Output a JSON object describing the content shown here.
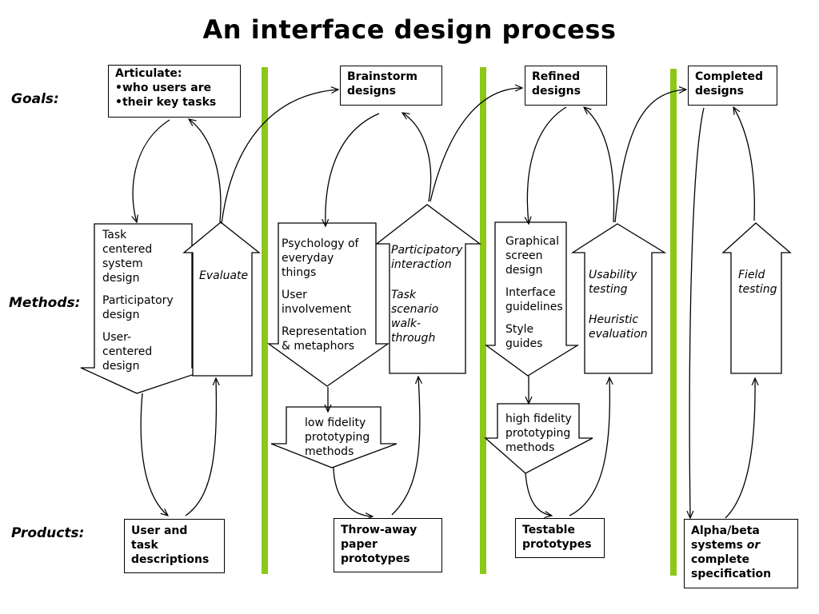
{
  "title": "An interface design process",
  "row_labels": {
    "goals": "Goals:",
    "methods": "Methods:",
    "products": "Products:"
  },
  "accent_color": "#8cc71a",
  "goals": {
    "articulate": [
      "Articulate:",
      "•who users are",
      "•their key tasks"
    ],
    "brainstorm": [
      "Brainstorm",
      "designs"
    ],
    "refined": [
      "Refined",
      "designs"
    ],
    "completed": [
      "Completed",
      "designs"
    ]
  },
  "methods": {
    "task_centered": [
      [
        "Task",
        "centered",
        "system",
        "design"
      ],
      [
        "Participatory",
        "design"
      ],
      [
        "User-",
        "centered",
        "design"
      ]
    ],
    "evaluate": [
      [
        "Evaluate"
      ]
    ],
    "psychology": [
      [
        "Psychology of",
        "everyday",
        "things"
      ],
      [
        "User",
        "involvement"
      ],
      [
        "Representation",
        "& metaphors"
      ]
    ],
    "participatory_interaction": [
      [
        "Participatory",
        "interaction"
      ],
      [
        "Task",
        "scenario",
        "walk-",
        "through"
      ]
    ],
    "graphical": [
      [
        "Graphical",
        "screen",
        "design"
      ],
      [
        "Interface",
        "guidelines"
      ],
      [
        "Style",
        "guides"
      ]
    ],
    "usability": [
      [
        "Usability",
        "testing"
      ],
      [
        "Heuristic",
        "evaluation"
      ]
    ],
    "field": [
      [
        "Field",
        "testing"
      ]
    ],
    "low_fidelity": [
      "low fidelity",
      "prototyping",
      "methods"
    ],
    "high_fidelity": [
      "high fidelity",
      "prototyping",
      "methods"
    ]
  },
  "products": {
    "user_task": [
      "User and",
      "task",
      "descriptions"
    ],
    "throwaway": [
      "Throw-away",
      "paper",
      "prototypes"
    ],
    "testable": [
      "Testable",
      "prototypes"
    ],
    "alpha_pre": "Alpha/beta",
    "alpha_systems": "systems ",
    "alpha_or": "or",
    "alpha_rest": [
      "complete",
      "specification"
    ]
  }
}
